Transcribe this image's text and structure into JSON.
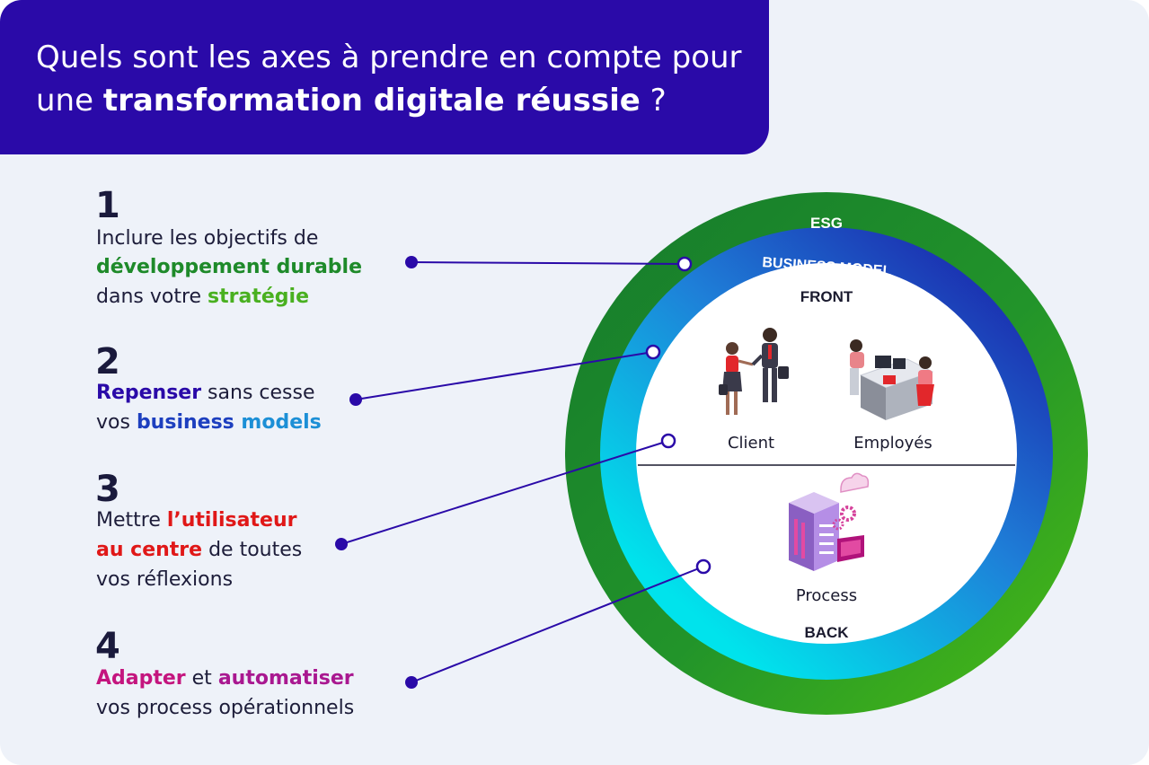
{
  "header": {
    "line1": "Quels sont les axes à prendre en compte pour",
    "line2_prefix": "une ",
    "line2_bold": "transformation digitale réussie",
    "line2_suffix": " ?"
  },
  "axes": [
    {
      "number": "1",
      "l1": "Inclure les objectifs de",
      "l2_bold": "développement durable",
      "l3_prefix": "dans votre ",
      "l3_bold": "stratégie"
    },
    {
      "number": "2",
      "l1_bold": "Repenser",
      "l1_suffix": " sans cesse",
      "l2_prefix": "vos ",
      "l2_bold1": "business",
      "l2_bold2": " models"
    },
    {
      "number": "3",
      "l1_prefix": "Mettre ",
      "l1_bold": "l’utilisateur",
      "l2_bold": "au centre",
      "l2_suffix": " de toutes",
      "l3": "vos réflexions"
    },
    {
      "number": "4",
      "l1_bold1": "Adapter",
      "l1_mid": " et ",
      "l1_bold2": "automatiser",
      "l2": "vos process opérationnels"
    }
  ],
  "diagram": {
    "ring_outer_label": "ESG",
    "ring_inner_label": "BUSINESS MODEL",
    "front_label": "FRONT",
    "back_label": "BACK",
    "client_label": "Client",
    "employes_label": "Employés",
    "process_label": "Process"
  },
  "colors": {
    "banner": "#2a0aa8",
    "esg_green": "#1e8a2a",
    "esg_green_light": "#49b020",
    "business_blue": "#1d3fbf",
    "business_cyan": "#00e1ea",
    "connector": "#2a0aa8",
    "red": "#e01818",
    "magenta": "#c4157e"
  },
  "icons": [
    "client-handshake-icon",
    "employees-desk-icon",
    "process-server-icon"
  ]
}
